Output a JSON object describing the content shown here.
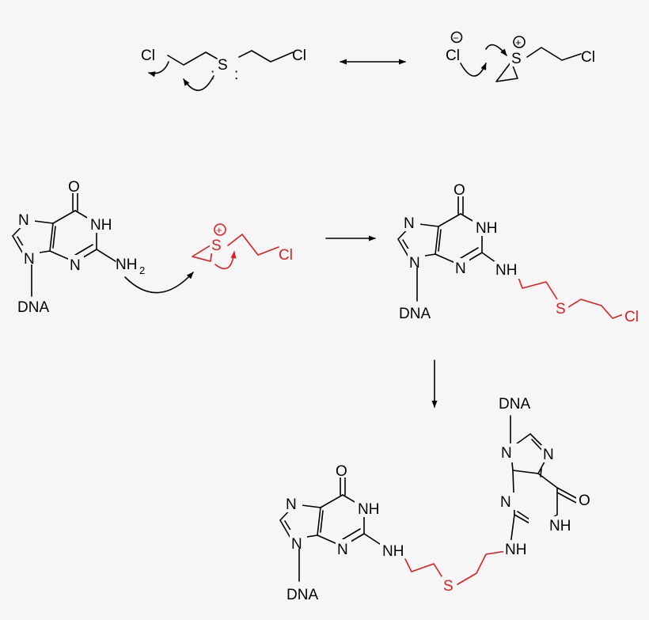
{
  "atoms": {
    "cl": "Cl",
    "s": "S",
    "n": "N",
    "nh": "NH",
    "nh2": "NH",
    "sub2": "2",
    "o": "O",
    "dna": "DNA"
  },
  "charges": {
    "plus": "+",
    "minus": "−"
  },
  "lone_pair": ":",
  "colors": {
    "highlight": "#e11d1d",
    "ink": "#000000",
    "background": "#f6f6f6"
  }
}
